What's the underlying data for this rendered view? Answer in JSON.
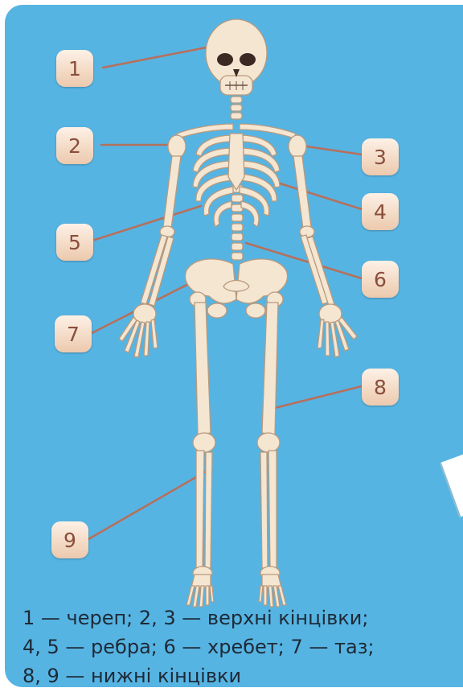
{
  "labels": [
    {
      "number": "1",
      "part": "череп"
    },
    {
      "number": "2",
      "part": "верхні кінцівки"
    },
    {
      "number": "3",
      "part": "верхні кінцівки"
    },
    {
      "number": "4",
      "part": "ребра"
    },
    {
      "number": "5",
      "part": "ребра"
    },
    {
      "number": "6",
      "part": "хребет"
    },
    {
      "number": "7",
      "part": "таз"
    },
    {
      "number": "8",
      "part": "нижні кінцівки"
    },
    {
      "number": "9",
      "part": "нижні кінцівки"
    }
  ],
  "legend": {
    "line1": "1 — череп; 2, 3 — верхні кінцівки;",
    "line2": "4, 5 — ребра; 6 — хребет; 7 — таз;",
    "line3": "8, 9 — нижні кінцівки"
  },
  "colors": {
    "background": "#56b4e3",
    "bone": "#f5e6d2",
    "leader_line": "#b6705c",
    "badge_text": "#8a4e3c"
  }
}
